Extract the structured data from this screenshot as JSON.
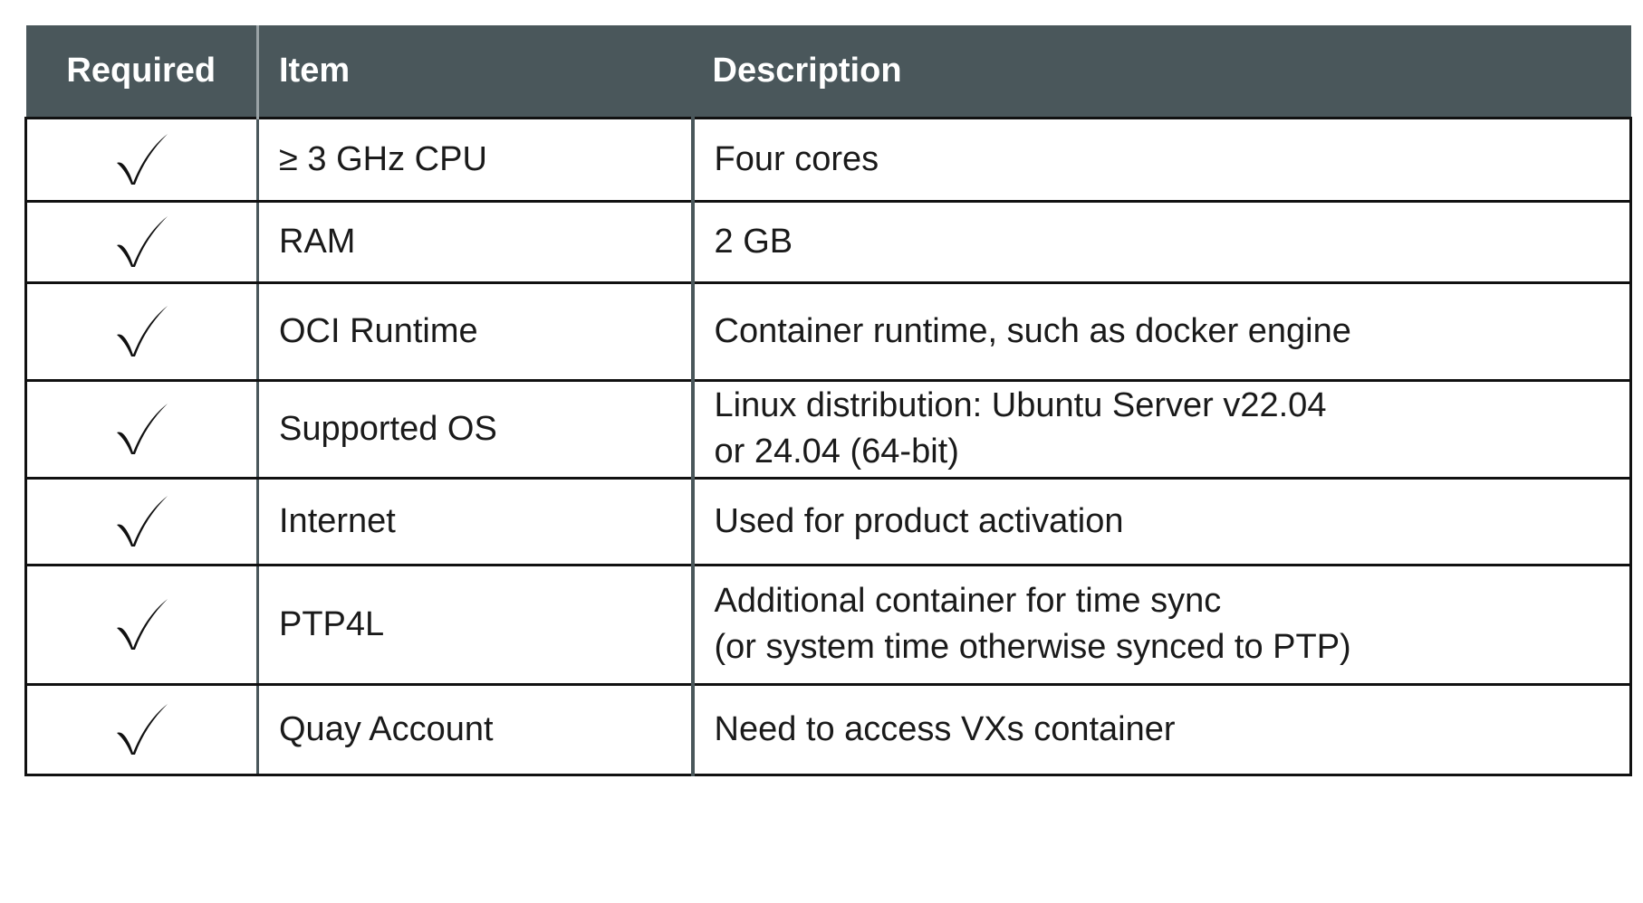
{
  "table": {
    "headers": {
      "required": "Required",
      "item": "Item",
      "description": "Description"
    },
    "rows": [
      {
        "required": true,
        "check_icon": "checkmark-icon",
        "item": "≥ 3 GHz CPU",
        "description": [
          "Four cores"
        ]
      },
      {
        "required": true,
        "check_icon": "checkmark-icon",
        "item": "RAM",
        "description": [
          "2 GB"
        ]
      },
      {
        "required": true,
        "check_icon": "checkmark-icon",
        "item": "OCI Runtime",
        "description": [
          "Container runtime, such as docker engine"
        ]
      },
      {
        "required": true,
        "check_icon": "checkmark-icon",
        "item": "Supported OS",
        "description": [
          "Linux distribution: Ubuntu Server v22.04",
          "or 24.04 (64-bit)"
        ]
      },
      {
        "required": true,
        "check_icon": "checkmark-icon",
        "item": "Internet",
        "description": [
          "Used for product activation"
        ]
      },
      {
        "required": true,
        "check_icon": "checkmark-icon",
        "item": "PTP4L",
        "description": [
          "Additional container for time sync",
          "(or system time otherwise synced to PTP)"
        ]
      },
      {
        "required": true,
        "check_icon": "checkmark-icon",
        "item": "Quay Account",
        "description": [
          "Need to access VXs container"
        ]
      }
    ]
  },
  "colors": {
    "header_background": "#4a575b",
    "header_text": "#ffffff",
    "border": "#111111",
    "body_text": "#1a1a1a"
  }
}
